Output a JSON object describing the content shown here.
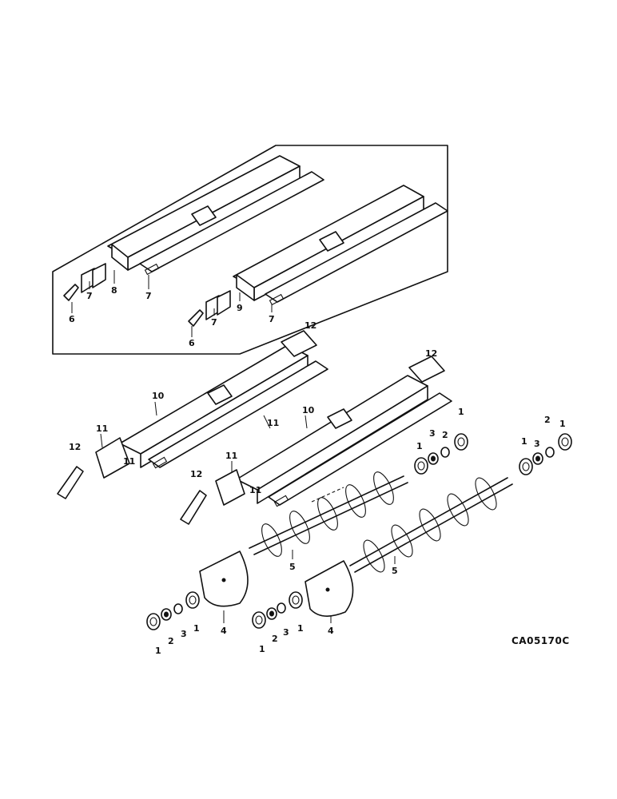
{
  "drawing_code": "CA05170C",
  "callouts": {
    "bearing": "1",
    "collar": "2",
    "lock_ring": "3",
    "plate": "4",
    "auger": "5",
    "bracket": "6",
    "shield": "7",
    "trough_left": "8",
    "trough_right": "9",
    "trough": "10",
    "strip": "11",
    "support": "12"
  }
}
